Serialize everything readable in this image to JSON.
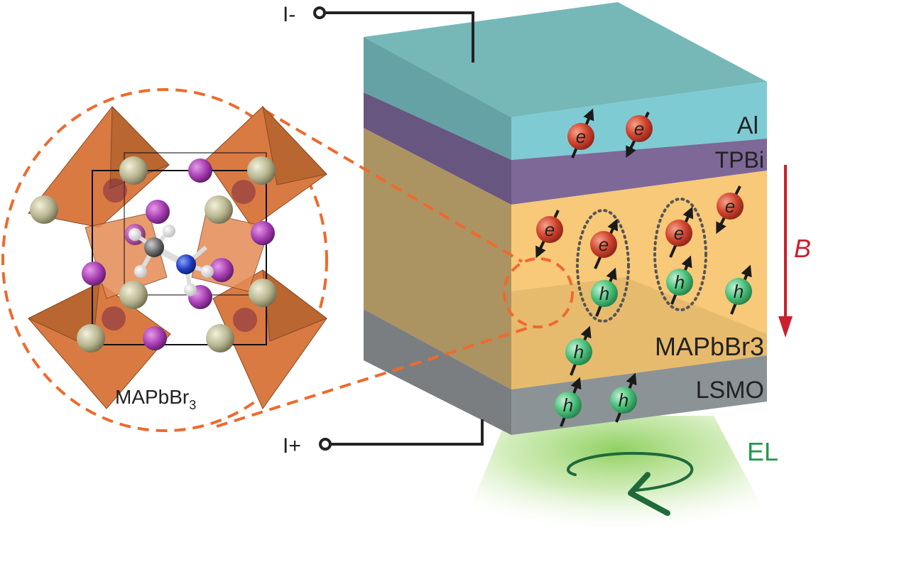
{
  "layers": {
    "al": "Al",
    "tpbi": "TPBi",
    "mapbbr3": "MAPbBr3",
    "lsmo": "LSMO"
  },
  "terminals": {
    "negative": "I-",
    "positive": "I+"
  },
  "field": {
    "label": "B",
    "color": "#c8202f"
  },
  "emission": {
    "label": "EL",
    "color": "#1f9a4a"
  },
  "carriers": {
    "electron": "e",
    "hole": "h"
  },
  "crystal": {
    "label_main": "MAPbBr",
    "label_sub": "3"
  },
  "colors": {
    "al": "#7fcbd3",
    "tpbi": "#7d6898",
    "perovskite": "#f7c978",
    "lsmo": "#8c9396",
    "zoom_outline": "#ee6a2d",
    "octahedron": "#e07b43",
    "br_atom": "#b8b894",
    "pb_atom": "#a53bb1"
  }
}
